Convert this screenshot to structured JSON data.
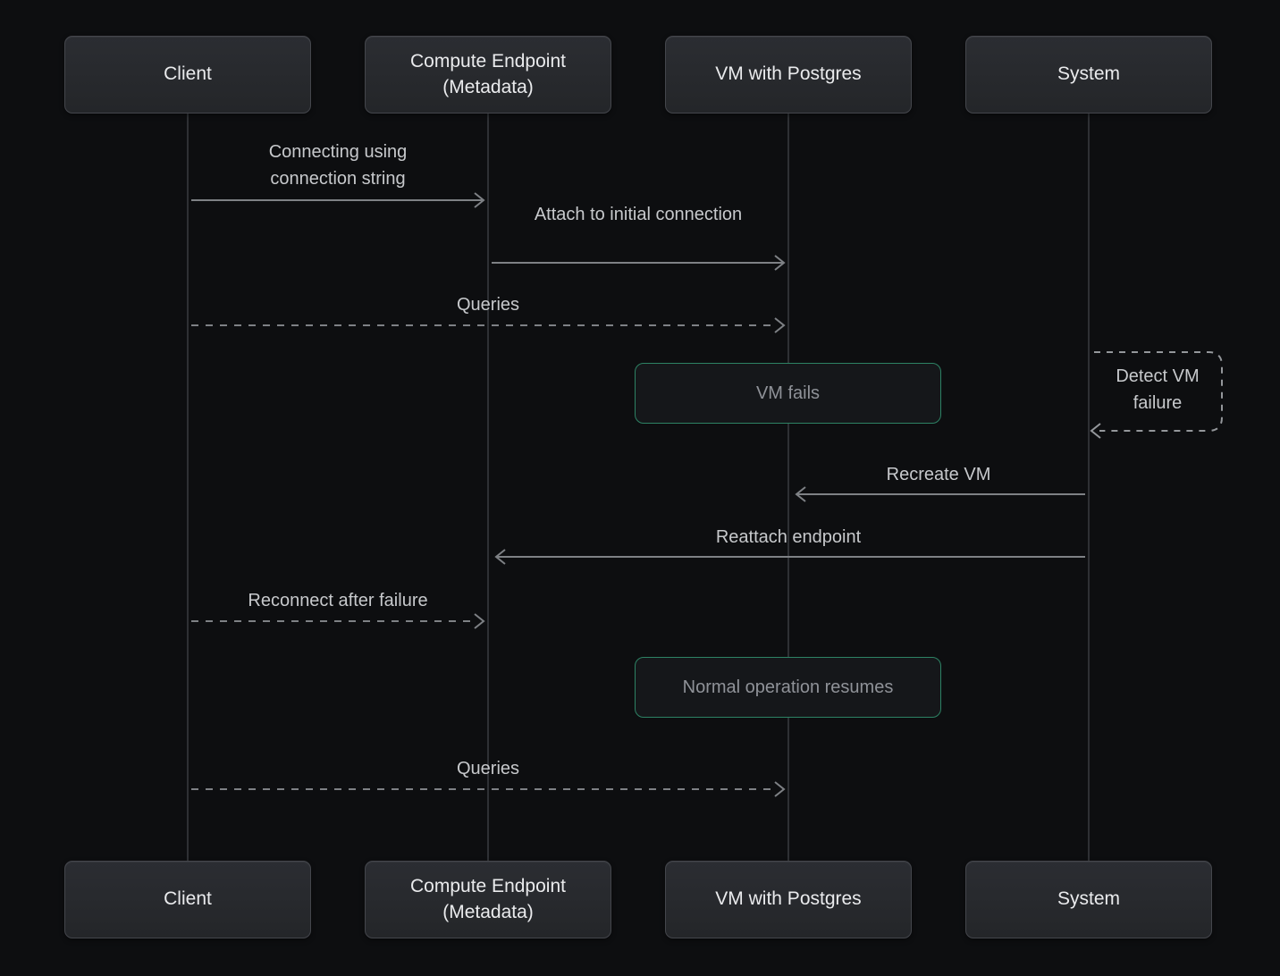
{
  "diagram": {
    "type": "sequence-diagram",
    "theme": {
      "background": "#0d0e10",
      "actor_fill": "#27292e",
      "actor_border": "#44464c",
      "actor_text": "#eaebed",
      "lifeline_color": "#2e3034",
      "arrow_color": "#7e8185",
      "message_text": "#c7c9cc",
      "note_border_green": "#2d8264",
      "note_fill": "#15171a",
      "note_text": "#8f9298"
    },
    "actors": [
      {
        "label": "Client"
      },
      {
        "label": "Compute Endpoint (Metadata)"
      },
      {
        "label": "VM with Postgres"
      },
      {
        "label": "System"
      }
    ],
    "messages": [
      {
        "label": "Connecting using connection string",
        "from": "Client",
        "to": "Compute Endpoint (Metadata)",
        "style": "solid"
      },
      {
        "label": "Attach to initial connection",
        "from": "Compute Endpoint (Metadata)",
        "to": "VM with Postgres",
        "style": "solid"
      },
      {
        "label": "Queries",
        "from": "Client",
        "to": "VM with Postgres",
        "style": "dashed"
      },
      {
        "label": "Recreate VM",
        "from": "System",
        "to": "VM with Postgres",
        "style": "solid"
      },
      {
        "label": "Reattach endpoint",
        "from": "System",
        "to": "Compute Endpoint (Metadata)",
        "style": "solid"
      },
      {
        "label": "Reconnect after failure",
        "from": "Client",
        "to": "Compute Endpoint (Metadata)",
        "style": "dashed"
      },
      {
        "label": "Queries",
        "from": "Client",
        "to": "VM with Postgres",
        "style": "dashed"
      }
    ],
    "self_message": {
      "label": "Detect VM failure",
      "actor": "System",
      "style": "dashed"
    },
    "notes": [
      {
        "label": "VM fails",
        "over": "VM with Postgres"
      },
      {
        "label": "Normal operation resumes",
        "over": "VM with Postgres"
      }
    ]
  }
}
